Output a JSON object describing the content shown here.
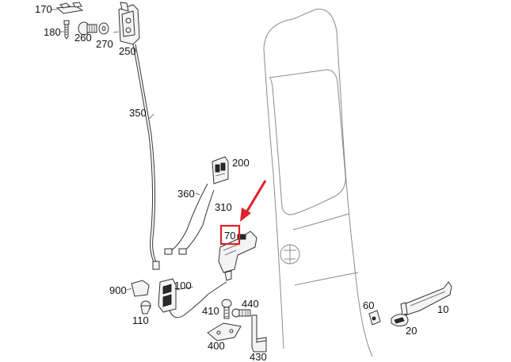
{
  "parts": [
    {
      "id": "p170",
      "label": "170"
    },
    {
      "id": "p180",
      "label": "180"
    },
    {
      "id": "p260",
      "label": "260"
    },
    {
      "id": "p270",
      "label": "270"
    },
    {
      "id": "p250",
      "label": "250"
    },
    {
      "id": "p350",
      "label": "350"
    },
    {
      "id": "p200",
      "label": "200"
    },
    {
      "id": "p360",
      "label": "360"
    },
    {
      "id": "p310",
      "label": "310"
    },
    {
      "id": "p70",
      "label": "70",
      "highlighted": true
    },
    {
      "id": "p900",
      "label": "900"
    },
    {
      "id": "p100",
      "label": "100"
    },
    {
      "id": "p110",
      "label": "110"
    },
    {
      "id": "p410",
      "label": "410"
    },
    {
      "id": "p440",
      "label": "440"
    },
    {
      "id": "p400",
      "label": "400"
    },
    {
      "id": "p430",
      "label": "430"
    },
    {
      "id": "p60",
      "label": "60"
    },
    {
      "id": "p10",
      "label": "10"
    },
    {
      "id": "p20",
      "label": "20"
    }
  ],
  "colors": {
    "highlight": "#e0202a",
    "line": "#333333",
    "door_outline": "#8a8a8a"
  }
}
